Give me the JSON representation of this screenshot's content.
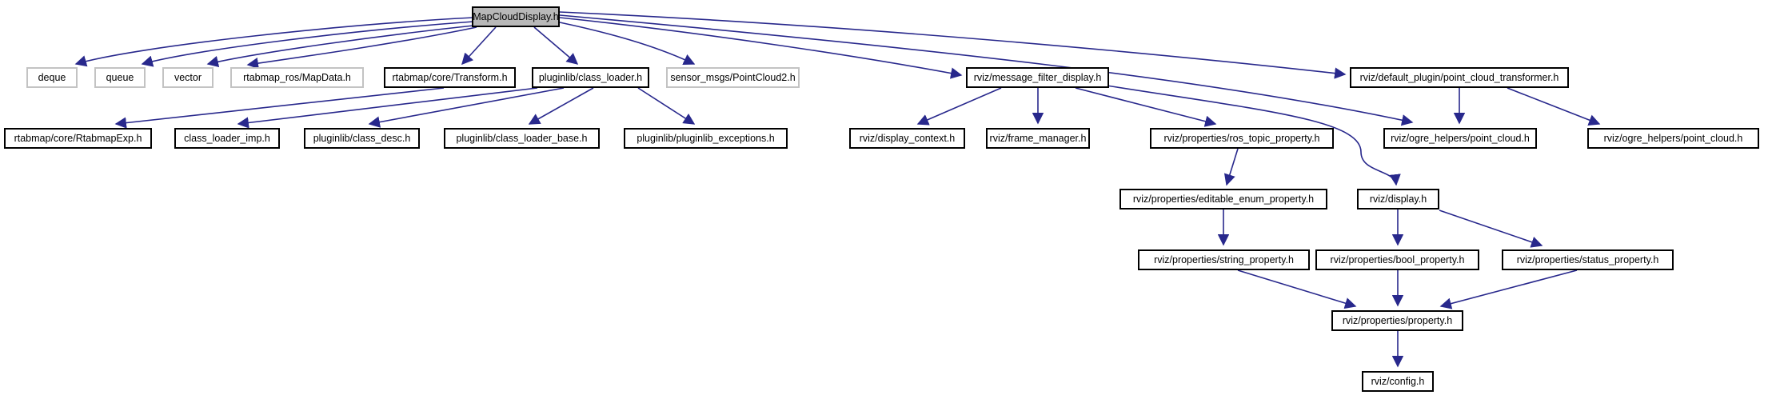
{
  "diagram": {
    "type": "include-dependency-graph",
    "root_label": "MapCloudDisplay.h",
    "colors": {
      "edge": "#28288c",
      "node_border": "#000000",
      "external_node_border": "#c3c3c3",
      "root_fill": "#b8b8b8",
      "node_fill": "#ffffff",
      "background": "#ffffff"
    },
    "nodes": [
      {
        "id": "root",
        "label": "MapCloudDisplay.h",
        "type": "root"
      },
      {
        "id": "deque",
        "label": "deque",
        "type": "external"
      },
      {
        "id": "queue",
        "label": "queue",
        "type": "external"
      },
      {
        "id": "vector",
        "label": "vector",
        "type": "external"
      },
      {
        "id": "mapdata",
        "label": "rtabmap_ros/MapData.h",
        "type": "external"
      },
      {
        "id": "transform",
        "label": "rtabmap/core/Transform.h",
        "type": "internal"
      },
      {
        "id": "classloader",
        "label": "pluginlib/class_loader.h",
        "type": "internal"
      },
      {
        "id": "pointcloud2",
        "label": "sensor_msgs/PointCloud2.h",
        "type": "external"
      },
      {
        "id": "msgfilter",
        "label": "rviz/message_filter_display.h",
        "type": "internal"
      },
      {
        "id": "transformer",
        "label": "rviz/default_plugin/point_cloud_transformer.h",
        "type": "internal"
      },
      {
        "id": "rtabmapexp",
        "label": "rtabmap/core/RtabmapExp.h",
        "type": "internal"
      },
      {
        "id": "imp",
        "label": "class_loader_imp.h",
        "type": "internal"
      },
      {
        "id": "desc",
        "label": "pluginlib/class_desc.h",
        "type": "internal"
      },
      {
        "id": "base",
        "label": "pluginlib/class_loader_base.h",
        "type": "internal"
      },
      {
        "id": "exceptions",
        "label": "pluginlib/pluginlib_exceptions.h",
        "type": "internal"
      },
      {
        "id": "dispctx",
        "label": "rviz/display_context.h",
        "type": "internal"
      },
      {
        "id": "framemgr",
        "label": "rviz/frame_manager.h",
        "type": "internal"
      },
      {
        "id": "rostopic",
        "label": "rviz/properties/ros_topic_property.h",
        "type": "internal"
      },
      {
        "id": "pc1",
        "label": "rviz/ogre_helpers/point_cloud.h",
        "type": "internal"
      },
      {
        "id": "pc2",
        "label": "rviz/ogre_helpers/point_cloud.h",
        "type": "internal"
      },
      {
        "id": "editenum",
        "label": "rviz/properties/editable_enum_property.h",
        "type": "internal"
      },
      {
        "id": "display",
        "label": "rviz/display.h",
        "type": "internal"
      },
      {
        "id": "stringp",
        "label": "rviz/properties/string_property.h",
        "type": "internal"
      },
      {
        "id": "boolp",
        "label": "rviz/properties/bool_property.h",
        "type": "internal"
      },
      {
        "id": "statusp",
        "label": "rviz/properties/status_property.h",
        "type": "internal"
      },
      {
        "id": "property",
        "label": "rviz/properties/property.h",
        "type": "internal"
      },
      {
        "id": "config",
        "label": "rviz/config.h",
        "type": "internal"
      }
    ],
    "edges": [
      {
        "from": "root",
        "to": "deque"
      },
      {
        "from": "root",
        "to": "queue"
      },
      {
        "from": "root",
        "to": "vector"
      },
      {
        "from": "root",
        "to": "mapdata"
      },
      {
        "from": "root",
        "to": "transform"
      },
      {
        "from": "root",
        "to": "classloader"
      },
      {
        "from": "root",
        "to": "pointcloud2"
      },
      {
        "from": "root",
        "to": "msgfilter"
      },
      {
        "from": "root",
        "to": "transformer"
      },
      {
        "from": "root",
        "to": "pc1"
      },
      {
        "from": "transform",
        "to": "rtabmapexp"
      },
      {
        "from": "classloader",
        "to": "imp"
      },
      {
        "from": "classloader",
        "to": "desc"
      },
      {
        "from": "classloader",
        "to": "base"
      },
      {
        "from": "classloader",
        "to": "exceptions"
      },
      {
        "from": "msgfilter",
        "to": "dispctx"
      },
      {
        "from": "msgfilter",
        "to": "framemgr"
      },
      {
        "from": "msgfilter",
        "to": "rostopic"
      },
      {
        "from": "msgfilter",
        "to": "display"
      },
      {
        "from": "transformer",
        "to": "pc1"
      },
      {
        "from": "transformer",
        "to": "pc2"
      },
      {
        "from": "rostopic",
        "to": "editenum"
      },
      {
        "from": "editenum",
        "to": "stringp"
      },
      {
        "from": "display",
        "to": "boolp"
      },
      {
        "from": "display",
        "to": "statusp"
      },
      {
        "from": "stringp",
        "to": "property"
      },
      {
        "from": "boolp",
        "to": "property"
      },
      {
        "from": "statusp",
        "to": "property"
      },
      {
        "from": "property",
        "to": "config"
      }
    ]
  }
}
